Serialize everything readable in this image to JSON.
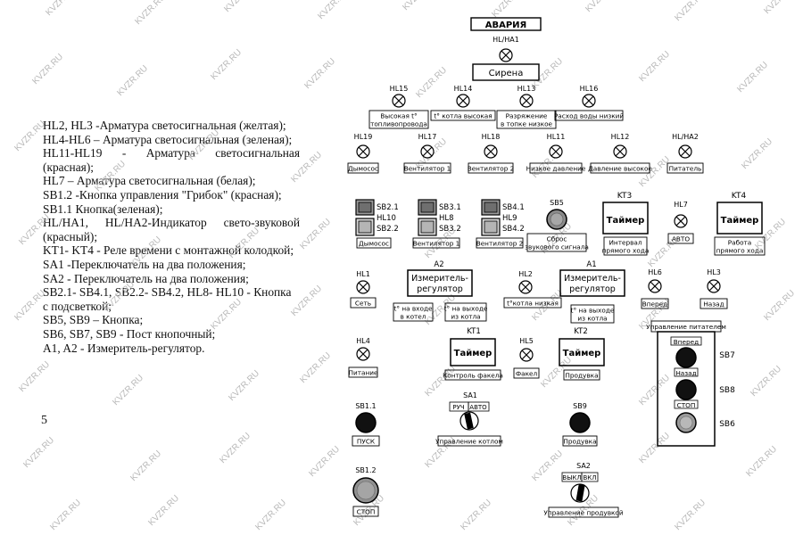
{
  "legend": {
    "lines": [
      "HL2, HL3 -Арматура светосигнальная (желтая);",
      "HL4-HL6 – Арматура светосигнальная (зеленая);",
      "HL11-HL19   -   Арматура   светосигнальная",
      "(красная);",
      "HL7 – Арматура светосигнальная (белая);",
      "SB1.2 -Кнопка управления \"Грибок\" (красная);",
      "SB1.1 Кнопка(зеленая);",
      "HL/HA1,   HL/HA2-Индикатор   свето-звуковой",
      "(красный);",
      "KT1- KT4 - Реле времени с монтажной колодкой;",
      "SA1 -Переключатель на два положения;",
      "SA2 - Переключатель на два положения;",
      "SB2.1- SB4.1, SB2.2- SB4.2, HL8- HL10 - Кнопка",
      "с подсветкой;",
      "SB5, SB9 – Кнопка;",
      "SB6, SB7, SB9 - Пост кнопочный;",
      "A1, A2 - Измеритель-регулятор."
    ],
    "page_number": "5"
  },
  "panel": {
    "alarm": {
      "title": "АВАРИЯ",
      "tag": "HL/HA1",
      "siren": "Сирена"
    },
    "row1": [
      {
        "tag": "HL15",
        "label1": "Высокая t°",
        "label2": "топливопровода"
      },
      {
        "tag": "HL14",
        "label1": "t° котла высокая",
        "label2": ""
      },
      {
        "tag": "HL13",
        "label1": "Разряжение",
        "label2": "в топке низкое"
      },
      {
        "tag": "HL16",
        "label1": "Расход воды низкий",
        "label2": ""
      }
    ],
    "row2": [
      {
        "tag": "HL19",
        "label": "Дымосос"
      },
      {
        "tag": "HL17",
        "label": "Вентилятор 1"
      },
      {
        "tag": "HL18",
        "label": "Вентилятор 2"
      },
      {
        "tag": "HL11",
        "label": "Низкое давление"
      },
      {
        "tag": "HL12",
        "label": "Давление высокое"
      },
      {
        "tag": "HL/HA2",
        "label": "Питатель"
      }
    ],
    "buttons": [
      {
        "top": "SB2.1",
        "mid": "HL10",
        "bottom": "SB2.2",
        "label": "Дымосос"
      },
      {
        "top": "SB3.1",
        "mid": "HL8",
        "bottom": "SB3.2",
        "label": "Вентилятор 1"
      },
      {
        "top": "SB4.1",
        "mid": "HL9",
        "bottom": "SB4.2",
        "label": "Вентилятор 2"
      }
    ],
    "sb5": {
      "tag": "SB5",
      "label1": "Сброс",
      "label2": "звукового сигнала"
    },
    "kt3": {
      "tag": "KT3",
      "title": "Таймер",
      "label1": "Интервал",
      "label2": "прямого хода"
    },
    "hl7": {
      "tag": "HL7",
      "label": "АВТО"
    },
    "kt4": {
      "tag": "KT4",
      "title": "Таймер",
      "label1": "Работа",
      "label2": "прямого хода"
    },
    "hl1": {
      "tag": "HL1",
      "label": "Сеть"
    },
    "a2": {
      "tag": "A2",
      "title1": "Измеритель-",
      "title2": "регулятор",
      "in1": "t° на входе",
      "in2": "в котел",
      "out1": "t° на выходе",
      "out2": "из котла"
    },
    "hl2": {
      "tag": "HL2",
      "label": "t°котла низкая"
    },
    "a1": {
      "tag": "A1",
      "title1": "Измеритель-",
      "title2": "регулятор",
      "out1": "t° на выходе",
      "out2": "из котла"
    },
    "hl6": {
      "tag": "HL6",
      "label": "Вперед"
    },
    "hl3": {
      "tag": "HL3",
      "label": "Назад"
    },
    "feeder": {
      "title": "Управление питателем",
      "forward": "Вперед",
      "back": "Назад",
      "stop": "СТОП",
      "sb7": "SB7",
      "sb8": "SB8",
      "sb6": "SB6"
    },
    "hl4": {
      "tag": "HL4",
      "label": "Питание"
    },
    "kt1": {
      "tag": "KT1",
      "title": "Таймер",
      "label": "Контроль факела"
    },
    "hl5": {
      "tag": "HL5",
      "label": "Факел"
    },
    "kt2": {
      "tag": "KT2",
      "title": "Таймер",
      "label": "Продувка"
    },
    "sb11": {
      "tag": "SB1.1",
      "label": "ПУСК"
    },
    "sa1": {
      "tag": "SA1",
      "left": "РУЧ",
      "right": "АВТО",
      "label": "Управление котлом"
    },
    "sb9": {
      "tag": "SB9",
      "label": "Продувка"
    },
    "sb12": {
      "tag": "SB1.2",
      "label": "СТОП"
    },
    "sa2": {
      "tag": "SA2",
      "left": "ВЫКЛ",
      "right": "ВКЛ",
      "label": "Управление продувкой"
    },
    "watermark": "KVZR.RU"
  }
}
